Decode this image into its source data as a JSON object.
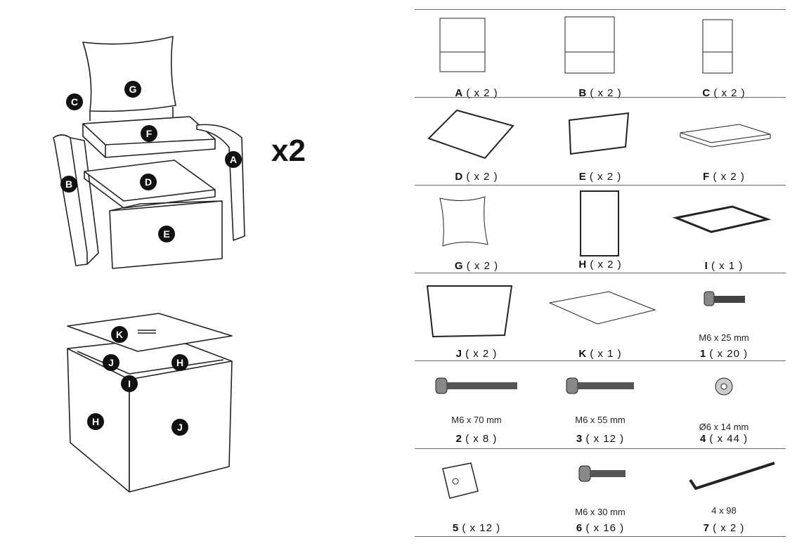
{
  "assembly": {
    "chair_labels": {
      "A": "A",
      "B": "B",
      "C": "C",
      "D": "D",
      "E": "E",
      "F": "F",
      "G": "G"
    },
    "cube_labels": {
      "K": "K",
      "J": "J",
      "H": "H",
      "I": "I",
      "H2": "H",
      "J2": "J"
    },
    "multiplier": "x2"
  },
  "parts": [
    {
      "label": "A",
      "qty": "( x 2 )",
      "spec": ""
    },
    {
      "label": "B",
      "qty": "( x 2 )",
      "spec": ""
    },
    {
      "label": "C",
      "qty": "( x 2 )",
      "spec": ""
    },
    {
      "label": "D",
      "qty": "( x 2 )",
      "spec": ""
    },
    {
      "label": "E",
      "qty": "( x 2 )",
      "spec": ""
    },
    {
      "label": "F",
      "qty": "( x 2 )",
      "spec": ""
    },
    {
      "label": "G",
      "qty": "( x 2 )",
      "spec": ""
    },
    {
      "label": "H",
      "qty": "( x 2 )",
      "spec": ""
    },
    {
      "label": "I",
      "qty": "( x 1 )",
      "spec": ""
    },
    {
      "label": "J",
      "qty": "( x 2 )",
      "spec": ""
    },
    {
      "label": "K",
      "qty": "( x 1 )",
      "spec": ""
    },
    {
      "label": "1",
      "qty": "( x 20 )",
      "spec": "M6 x 25 mm"
    },
    {
      "label": "2",
      "qty": "( x 8 )",
      "spec": "M6 x 70 mm"
    },
    {
      "label": "3",
      "qty": "( x 12 )",
      "spec": "M6 x 55 mm"
    },
    {
      "label": "4",
      "qty": "( x 44 )",
      "spec": "Ø6 x 14 mm"
    },
    {
      "label": "5",
      "qty": "( x 12 )",
      "spec": ""
    },
    {
      "label": "6",
      "qty": "( x 16 )",
      "spec": "M6 x 30 mm"
    },
    {
      "label": "7",
      "qty": "( x 2 )",
      "spec": "4 x 98"
    }
  ]
}
